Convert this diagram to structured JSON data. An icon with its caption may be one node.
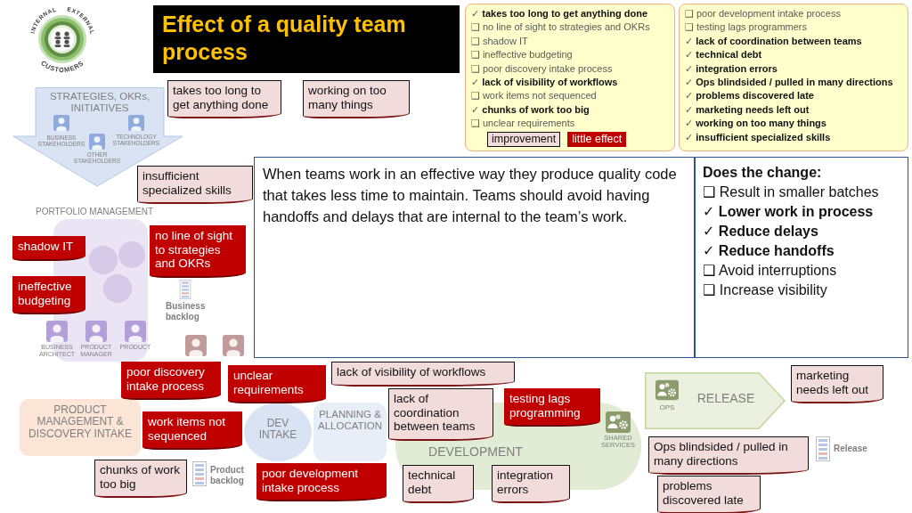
{
  "diagram": {
    "title": "Effect of a quality team process",
    "nodes": [
      {
        "text": [
          "INTERNAL",
          "EXTERNAL",
          "CUSTOMERS"
        ]
      },
      {
        "text": [
          "✓ **takes too long to get anything done**",
          "❑ no line of sight to strategies and OKRs",
          "❑ shadow IT",
          "❑ ineffective budgeting",
          "❑ poor discovery intake process",
          "✓ **lack of visibility of workflows**",
          "❑ work items not sequenced",
          "✓ **chunks of work too big**",
          "❑ unclear requirements"
        ]
      },
      {
        "text": [
          "❑ poor development intake process",
          "❑ testing lags programmers",
          "✓ **lack of coordination between teams**",
          "✓ **technical debt**",
          "✓ **integration errors**",
          "✓ **Ops blindsided / pulled in many directions**",
          "✓ **problems discovered late**",
          "✓ **marketing needs left out**",
          "✓ **working on too many things**",
          "✓ **insufficient specialized skills**"
        ]
      },
      {
        "text": [
          "takes too long to get anything done"
        ]
      },
      {
        "text": [
          "working on too many things"
        ]
      },
      {
        "text": [
          "STRATEGIES, OKRs, INITIATIVES",
          "BUSINESS STAKEHOLDERS",
          "TECHNOLOGY STAKEHOLDERS",
          "OTHER STAKEHOLDERS"
        ]
      },
      {
        "text": [
          "When teams work in an effective way they produce quality code that takes less time to maintain. Teams should avoid having handoffs and delays that are internal to the team’s work."
        ]
      },
      {
        "text": [
          "Does the change:",
          "❑ Result in smaller batches",
          "✓ **Lower work in process**",
          "✓ **Reduce delays**",
          "✓ **Reduce handoffs**",
          "❑ Avoid interruptions",
          "❑ Increase visibility"
        ]
      },
      {
        "text": [
          "insufficient specialized skills"
        ]
      },
      {
        "text": [
          "PORTFOLIO MANAGEMENT",
          "BUSINESS ARCHITECT",
          "PRODUCT MANAGER",
          "PRODUCT"
        ]
      },
      {
        "text": [
          "no line of sight to strategies and OKRs"
        ]
      },
      {
        "text": [
          "shadow IT"
        ]
      },
      {
        "text": [
          "ineffective budgeting"
        ]
      },
      {
        "text": [
          "poor discovery intake process"
        ]
      },
      {
        "text": [
          "lack of visibility of workflows"
        ]
      },
      {
        "text": [
          "unclear requirements"
        ]
      },
      {
        "text": [
          "marketing needs left out"
        ]
      },
      {
        "text": [
          "PRODUCT MANAGEMENT & DISCOVERY INTAKE"
        ]
      },
      {
        "text": [
          "DEV INTAKE"
        ]
      },
      {
        "text": [
          "RELEASE",
          "OPS"
        ]
      },
      {
        "text": [
          "lack of coordination between teams"
        ]
      },
      {
        "text": [
          "testing lags programming"
        ]
      },
      {
        "text": [
          "PLANNING & ALLOCATION"
        ]
      },
      {
        "text": [
          "work items not sequenced"
        ]
      },
      {
        "text": [
          "Ops blindsided / pulled in many directions"
        ]
      },
      {
        "text": [
          "DEVELOPMENT",
          "SHARED SERVICES"
        ]
      },
      {
        "text": [
          "chunks of work too big"
        ]
      },
      {
        "text": [
          "poor development intake process"
        ]
      },
      {
        "text": [
          "technical debt"
        ]
      },
      {
        "text": [
          "integration errors"
        ]
      },
      {
        "text": [
          "problems discovered late"
        ]
      }
    ],
    "labels": [
      "Business backlog",
      "Release",
      "Product backlog"
    ],
    "legend": [
      {
        "text": "improvement",
        "color": "#f2dcdb"
      },
      {
        "text": "little effect",
        "color": "#c00000"
      }
    ]
  }
}
